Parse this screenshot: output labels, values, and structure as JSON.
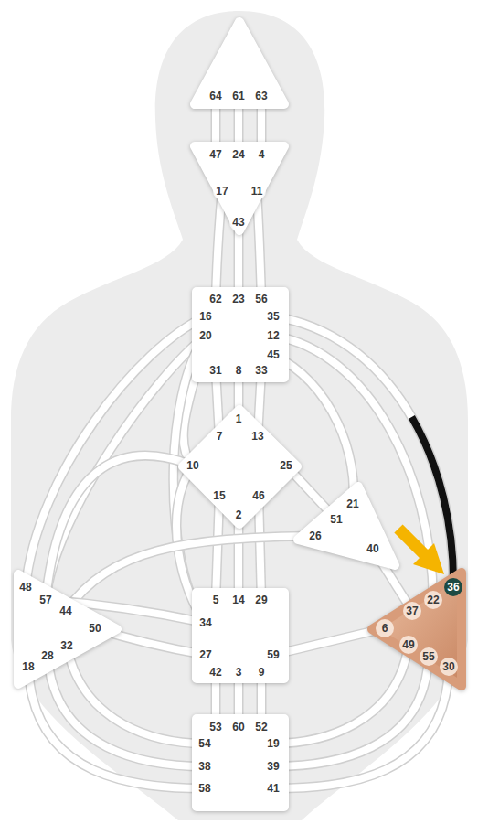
{
  "diagram": {
    "nodes": [
      {
        "text": [
          "64",
          "61",
          "63"
        ]
      },
      {
        "text": [
          "47",
          "24",
          "4",
          "17",
          "11",
          "43"
        ]
      },
      {
        "text": [
          "62",
          "23",
          "56",
          "16",
          "35",
          "20",
          "12",
          "45",
          "31",
          "8",
          "33"
        ]
      },
      {
        "text": [
          "1",
          "7",
          "13",
          "10",
          "25",
          "15",
          "46",
          "2"
        ]
      },
      {
        "text": [
          "21",
          "51",
          "26",
          "40"
        ]
      },
      {
        "text": [
          "48",
          "57",
          "44",
          "50",
          "32",
          "28",
          "18"
        ]
      },
      {
        "text": [
          "5",
          "14",
          "29",
          "34",
          "27",
          "59",
          "42",
          "3",
          "9"
        ]
      },
      {
        "text": [
          "36",
          "22",
          "37",
          "6",
          "49",
          "55",
          "30"
        ]
      },
      {
        "text": [
          "53",
          "60",
          "52",
          "54",
          "19",
          "38",
          "39",
          "58",
          "41"
        ]
      }
    ],
    "edges": [
      {
        "from": 0,
        "to": 1,
        "arrow": "none"
      },
      {
        "from": 0,
        "to": 1,
        "arrow": "none"
      },
      {
        "from": 0,
        "to": 1,
        "arrow": "none"
      },
      {
        "from": 1,
        "to": 2,
        "arrow": "none"
      },
      {
        "from": 1,
        "to": 2,
        "arrow": "none"
      },
      {
        "from": 1,
        "to": 2,
        "arrow": "none"
      },
      {
        "from": 2,
        "to": 3,
        "arrow": "none"
      },
      {
        "from": 2,
        "to": 3,
        "arrow": "none"
      },
      {
        "from": 2,
        "to": 3,
        "arrow": "none"
      },
      {
        "from": 2,
        "to": 3,
        "arrow": "none"
      },
      {
        "from": 2,
        "to": 4,
        "arrow": "none"
      },
      {
        "from": 2,
        "to": 7,
        "arrow": "none"
      },
      {
        "from": 2,
        "to": 7,
        "arrow": "none"
      },
      {
        "from": 2,
        "to": 5,
        "arrow": "none"
      },
      {
        "from": 2,
        "to": 5,
        "arrow": "none"
      },
      {
        "from": 2,
        "to": 6,
        "arrow": "none"
      },
      {
        "from": 3,
        "to": 4,
        "arrow": "none"
      },
      {
        "from": 3,
        "to": 5,
        "arrow": "none"
      },
      {
        "from": 3,
        "to": 6,
        "arrow": "none"
      },
      {
        "from": 3,
        "to": 6,
        "arrow": "none"
      },
      {
        "from": 3,
        "to": 6,
        "arrow": "none"
      },
      {
        "from": 3,
        "to": 6,
        "arrow": "none"
      },
      {
        "from": 4,
        "to": 5,
        "arrow": "none"
      },
      {
        "from": 4,
        "to": 7,
        "arrow": "none"
      },
      {
        "from": 5,
        "to": 6,
        "arrow": "none"
      },
      {
        "from": 5,
        "to": 6,
        "arrow": "none"
      },
      {
        "from": 5,
        "to": 8,
        "arrow": "none"
      },
      {
        "from": 5,
        "to": 8,
        "arrow": "none"
      },
      {
        "from": 5,
        "to": 8,
        "arrow": "none"
      },
      {
        "from": 6,
        "to": 7,
        "arrow": "none"
      },
      {
        "from": 6,
        "to": 8,
        "arrow": "none"
      },
      {
        "from": 6,
        "to": 8,
        "arrow": "none"
      },
      {
        "from": 6,
        "to": 8,
        "arrow": "none"
      },
      {
        "from": 7,
        "to": 8,
        "arrow": "none"
      },
      {
        "from": 7,
        "to": 8,
        "arrow": "none"
      },
      {
        "from": 7,
        "to": 8,
        "arrow": "none"
      }
    ]
  }
}
